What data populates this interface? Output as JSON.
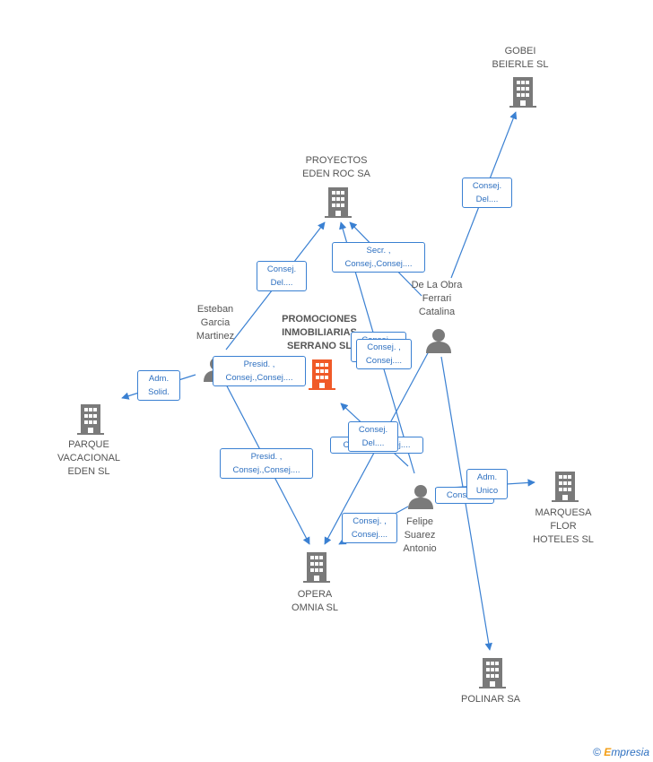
{
  "colors": {
    "edge": "#3a80d2",
    "building": "#7a7a7a",
    "building_main": "#f05a28",
    "person": "#7a7a7a"
  },
  "nodes": {
    "gobei": "GOBEI\nBEIERLE SL",
    "proyectos": "PROYECTOS\nEDEN ROC SA",
    "promociones": "PROMOCIONES\nINMOBILIARIAS\nSERRANO SL",
    "esteban": "Esteban\nGarcia\nMartinez",
    "delaobra": "De La Obra\nFerrari\nCatalina",
    "parque": "PARQUE\nVACACIONAL\nEDEN SL",
    "felipe": "Felipe\nSuarez\nAntonio",
    "marquesa": "MARQUESA\nFLOR\nHOTELES SL",
    "opera": "OPERA\nOMNIA SL",
    "polinar": "POLINAR SA"
  },
  "edge_labels": {
    "consej_del_gobei": "Consej.\nDel....",
    "secr_consej": "Secr. ,\nConsej.,Consej....",
    "consej_del_esteban": "Consej.\nDel....",
    "consej_consej_a": "Consej. ,\nConsej....",
    "presid_consej_a": "Presid. ,\nConsej.,Consej....",
    "adm_solid": "Adm.\nSolid.",
    "consej_del_felipe": "Consej.\nDel....",
    "consej_consej_b": "Consej.,Consej....",
    "presid_consej_b": "Presid. ,\nConsej.,Consej....",
    "adm_unico": "Adm.\nUnico",
    "consej_marquesa": "Consej....",
    "consej_consej_opera": "Consej. ,\nConsej...."
  },
  "footer": {
    "copyright": "©",
    "brand_initial": "E",
    "brand_rest": "mpresia"
  }
}
